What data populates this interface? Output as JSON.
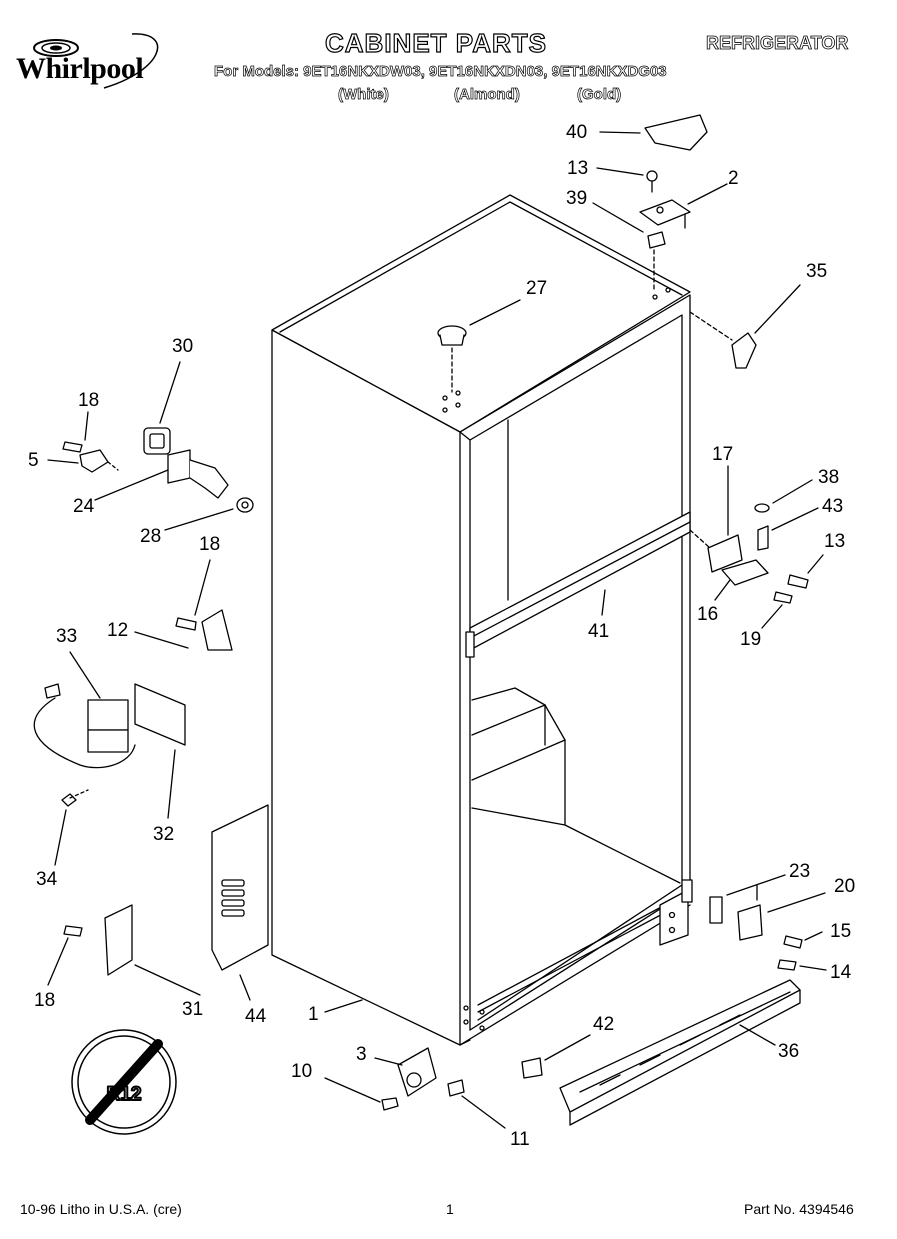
{
  "header": {
    "brand": "Whirlpool",
    "title": "CABINET PARTS",
    "category": "REFRIGERATOR",
    "models_line": "For Models: 9ET16NKXDW03, 9ET16NKXDN03, 9ET16NKXDG03",
    "variants": [
      "(White)",
      "(Almond)",
      "(Gold)"
    ]
  },
  "callouts": [
    "40",
    "13",
    "2",
    "39",
    "35",
    "27",
    "30",
    "18",
    "5",
    "24",
    "28",
    "18",
    "12",
    "33",
    "32",
    "34",
    "17",
    "38",
    "43",
    "13",
    "16",
    "19",
    "41",
    "23",
    "20",
    "15",
    "14",
    "18",
    "31",
    "44",
    "1",
    "42",
    "36",
    "3",
    "10",
    "11"
  ],
  "badge": "R12",
  "footer": {
    "litho": "10-96 Litho in U.S.A. (cre)",
    "page": "1",
    "part_no": "Part No. 4394546"
  }
}
